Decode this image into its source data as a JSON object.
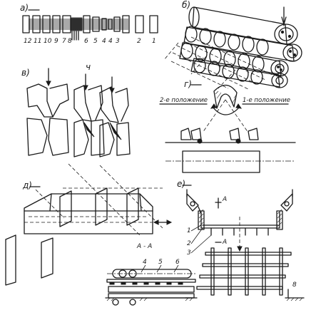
{
  "panels": {
    "a": {
      "letter": "а)",
      "stand_numbers": [
        "12",
        "11",
        "10",
        "9",
        "7",
        "8",
        "6",
        "5",
        "4",
        "4",
        "3",
        "2",
        "1"
      ]
    },
    "b": {
      "letter": "б)"
    },
    "v": {
      "letter": "в)",
      "marker": "ч"
    },
    "g": {
      "letter": "г)",
      "position_2": "2-е положение",
      "position_1": "1-е положение"
    },
    "d": {
      "letter": "д)"
    },
    "e": {
      "letter": "е)",
      "section_mark": "А",
      "section_label": "А - А",
      "part_numbers": [
        "1",
        "2",
        "3",
        "4",
        "5",
        "6",
        "8"
      ]
    }
  }
}
